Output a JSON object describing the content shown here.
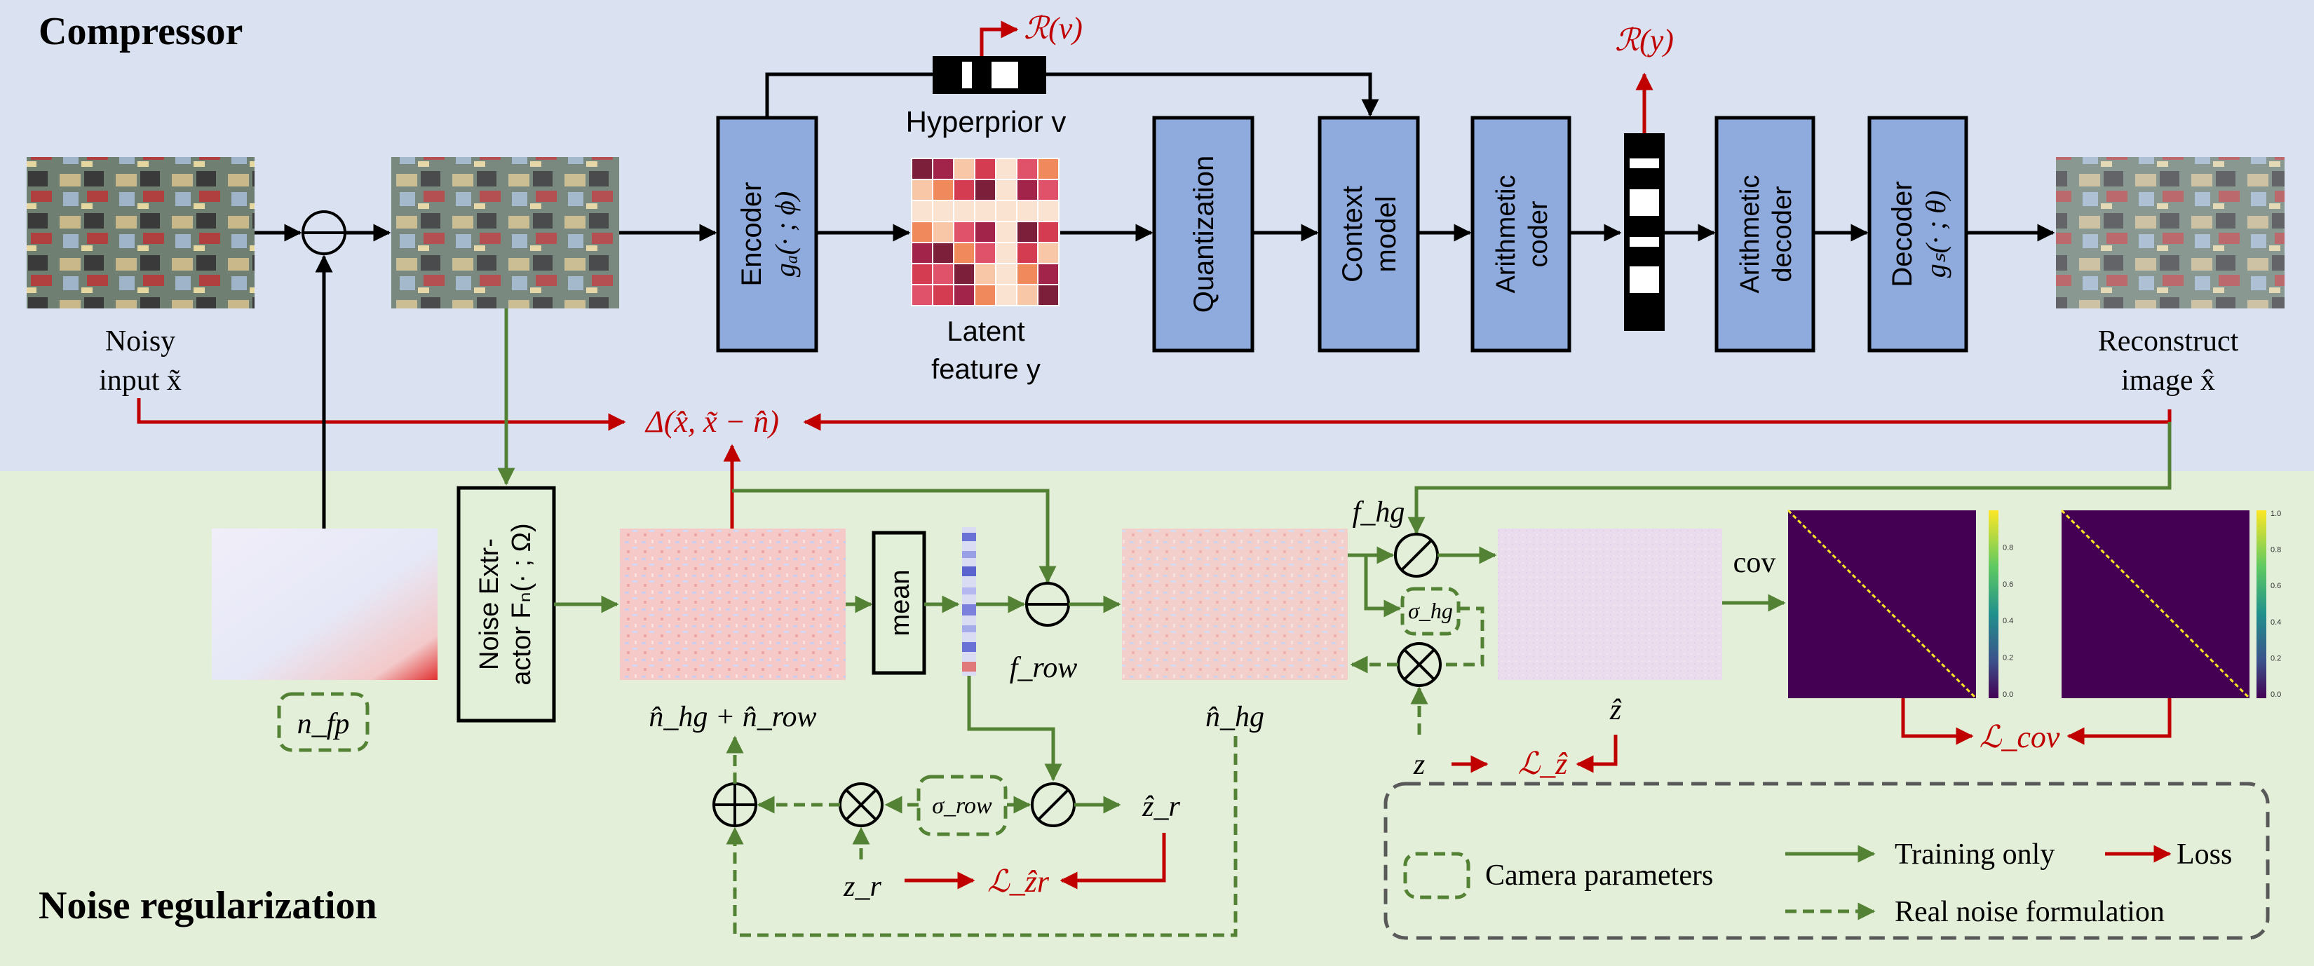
{
  "sections": {
    "compressor": "Compressor",
    "noise_regularization": "Noise regularization"
  },
  "compressor": {
    "noisy_input_line1": "Noisy",
    "noisy_input_line2": "input x̃",
    "encoder_line1": "Encoder",
    "encoder_line2": "gₐ(· ; ϕ)",
    "hyperprior": "Hyperprior v",
    "rate_v": "ℛ(v)",
    "latent_line1": "Latent",
    "latent_line2": "feature y",
    "quantization": "Quantization",
    "context_line1": "Context",
    "context_line2": "model",
    "arith_coder_line1": "Arithmetic",
    "arith_coder_line2": "coder",
    "rate_y": "ℛ(y)",
    "arith_decoder_line1": "Arithmetic",
    "arith_decoder_line2": "decoder",
    "decoder_line1": "Decoder",
    "decoder_line2": "gₛ(· ; θ)",
    "reconstruct_line1": "Reconstruct",
    "reconstruct_line2": "image x̂",
    "distortion": "Δ(x̂, x̃ − n̂)"
  },
  "noise": {
    "n_fp": "n_fp",
    "extractor_line1": "Noise Extr-",
    "extractor_line2": "actor Fₙ(· ; Ω)",
    "nhg_nrow": "n̂_hg + n̂_row",
    "mean": "mean",
    "f_row": "f_row",
    "n_hg": "n̂_hg",
    "f_hg": "f_hg",
    "sigma_hg": "σ_hg",
    "sigma_row": "σ_row",
    "z_hat": "ẑ",
    "z_r_hat": "ẑ_r",
    "z": "z",
    "z_r": "z_r",
    "loss_z": "ℒ_ẑ",
    "loss_zr": "ℒ_ẑr",
    "cov": "cov",
    "loss_cov": "ℒ_cov",
    "cb1_ticks": [
      "0.8",
      "0.6",
      "0.4",
      "0.2",
      "0.0"
    ],
    "cb2_ticks": [
      "1.0",
      "0.8",
      "0.6",
      "0.4",
      "0.2",
      "0.0"
    ]
  },
  "legend": {
    "camera_parameters": "Camera parameters",
    "training_only": "Training only",
    "loss": "Loss",
    "real_noise": "Real noise formulation"
  },
  "colors": {
    "top_bg": "#dae2f2",
    "bottom_bg": "#e3efd9",
    "block_fill": "#8faadc",
    "green": "#548235",
    "red": "#c00000"
  }
}
